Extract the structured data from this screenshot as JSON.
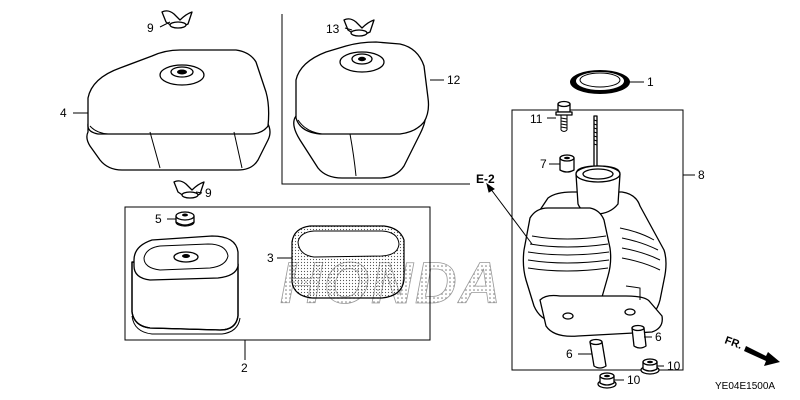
{
  "callouts": {
    "c1": "1",
    "c2": "2",
    "c3": "3",
    "c4": "4",
    "c5": "5",
    "c6a": "6",
    "c6b": "6",
    "c7": "7",
    "c8": "8",
    "c9a": "9",
    "c9b": "9",
    "c10a": "10",
    "c10b": "10",
    "c11": "11",
    "c12": "12",
    "c13": "13"
  },
  "reference": "E-2",
  "direction_label": "FR.",
  "watermark": "HONDA",
  "diagram_code": "YE04E1500A",
  "parts": [
    {
      "name": "cover-gasket-ring",
      "callout": "1"
    },
    {
      "name": "air-cleaner-element-assembly",
      "callout": "2"
    },
    {
      "name": "foam-pre-filter",
      "callout": "3"
    },
    {
      "name": "air-cleaner-cover",
      "callout": "4"
    },
    {
      "name": "grommet",
      "callout": "5"
    },
    {
      "name": "collar",
      "callout": "6"
    },
    {
      "name": "collar-small",
      "callout": "7"
    },
    {
      "name": "air-cleaner-case",
      "callout": "8"
    },
    {
      "name": "wing-nut",
      "callout": "9"
    },
    {
      "name": "flange-nut",
      "callout": "10"
    },
    {
      "name": "bolt",
      "callout": "11"
    },
    {
      "name": "alternate-air-cleaner-cover",
      "callout": "12"
    },
    {
      "name": "alternate-wing-nut",
      "callout": "13"
    }
  ]
}
